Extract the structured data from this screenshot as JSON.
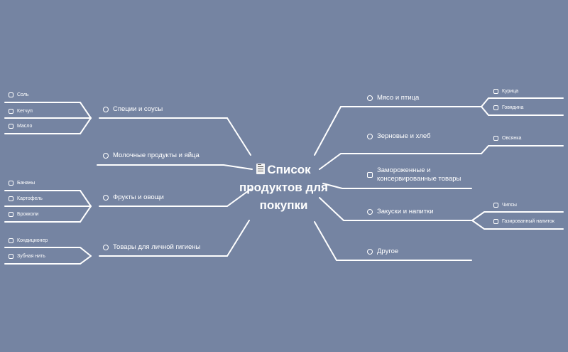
{
  "center": {
    "icon": "document-list-icon",
    "line1": "Список",
    "line2": "продуктов для",
    "line3": "покупки"
  },
  "left": [
    {
      "label": "Специи и соусы",
      "children": [
        {
          "label": "Соль"
        },
        {
          "label": "Кетчуп"
        },
        {
          "label": "Масло"
        }
      ]
    },
    {
      "label": "Молочные продукты и яйца",
      "children": []
    },
    {
      "label": "Фрукты и овощи",
      "children": [
        {
          "label": "Бананы"
        },
        {
          "label": "Картофель"
        },
        {
          "label": "Брокколи"
        }
      ]
    },
    {
      "label": "Товары для личной гигиены",
      "children": [
        {
          "label": "Кондиционер"
        },
        {
          "label": "Зубная нить"
        }
      ]
    }
  ],
  "right": [
    {
      "label": "Мясо и птица",
      "children": [
        {
          "label": "Курица"
        },
        {
          "label": "Говядина"
        }
      ]
    },
    {
      "label": "Зерновые и хлеб",
      "children": [
        {
          "label": "Овсянка"
        }
      ]
    },
    {
      "label_line1": "Замороженные и",
      "label_line2": "консервированные товары",
      "children": []
    },
    {
      "label": "Закуски и напитки",
      "children": [
        {
          "label": "Чипсы"
        },
        {
          "label": "Газированный напиток"
        }
      ]
    },
    {
      "label": "Другое",
      "children": []
    }
  ]
}
